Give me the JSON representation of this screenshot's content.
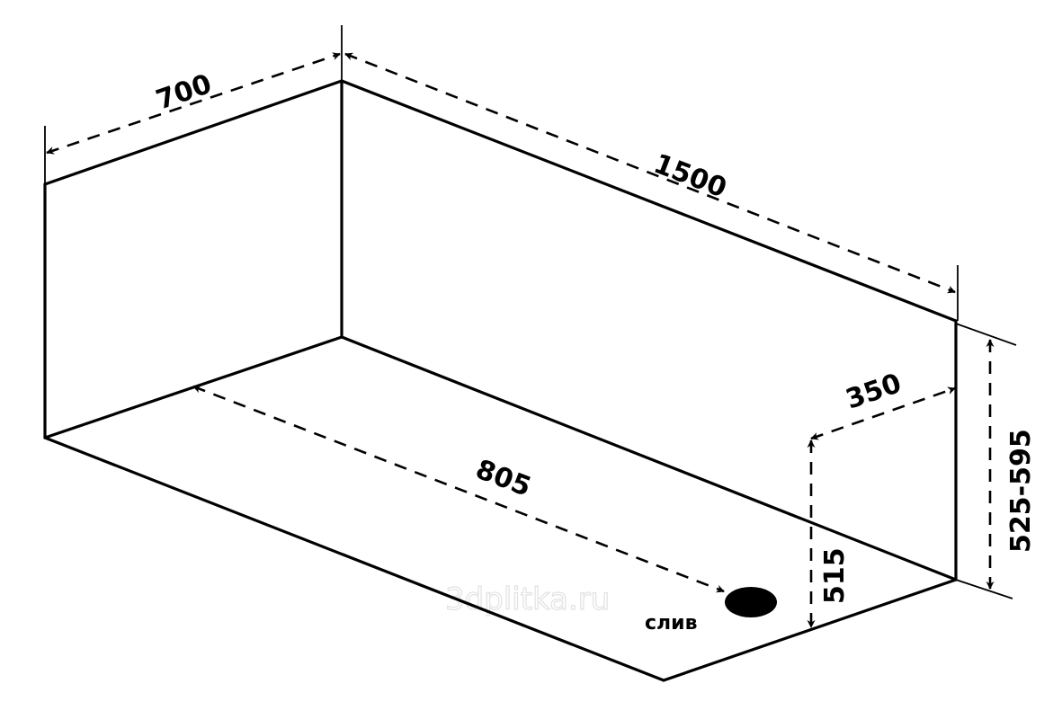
{
  "title": "Bathtub dimensions diagram",
  "dimensions": {
    "width": "700",
    "length": "1500",
    "drain_distance": "805",
    "drain_offset": "350",
    "drain_height": "515",
    "total_height": "525-595"
  },
  "drain_label": "слив",
  "watermark": "3dplitka.ru",
  "colors": {
    "line": "#000000",
    "background": "#ffffff",
    "watermark": "#e2e2e2"
  }
}
